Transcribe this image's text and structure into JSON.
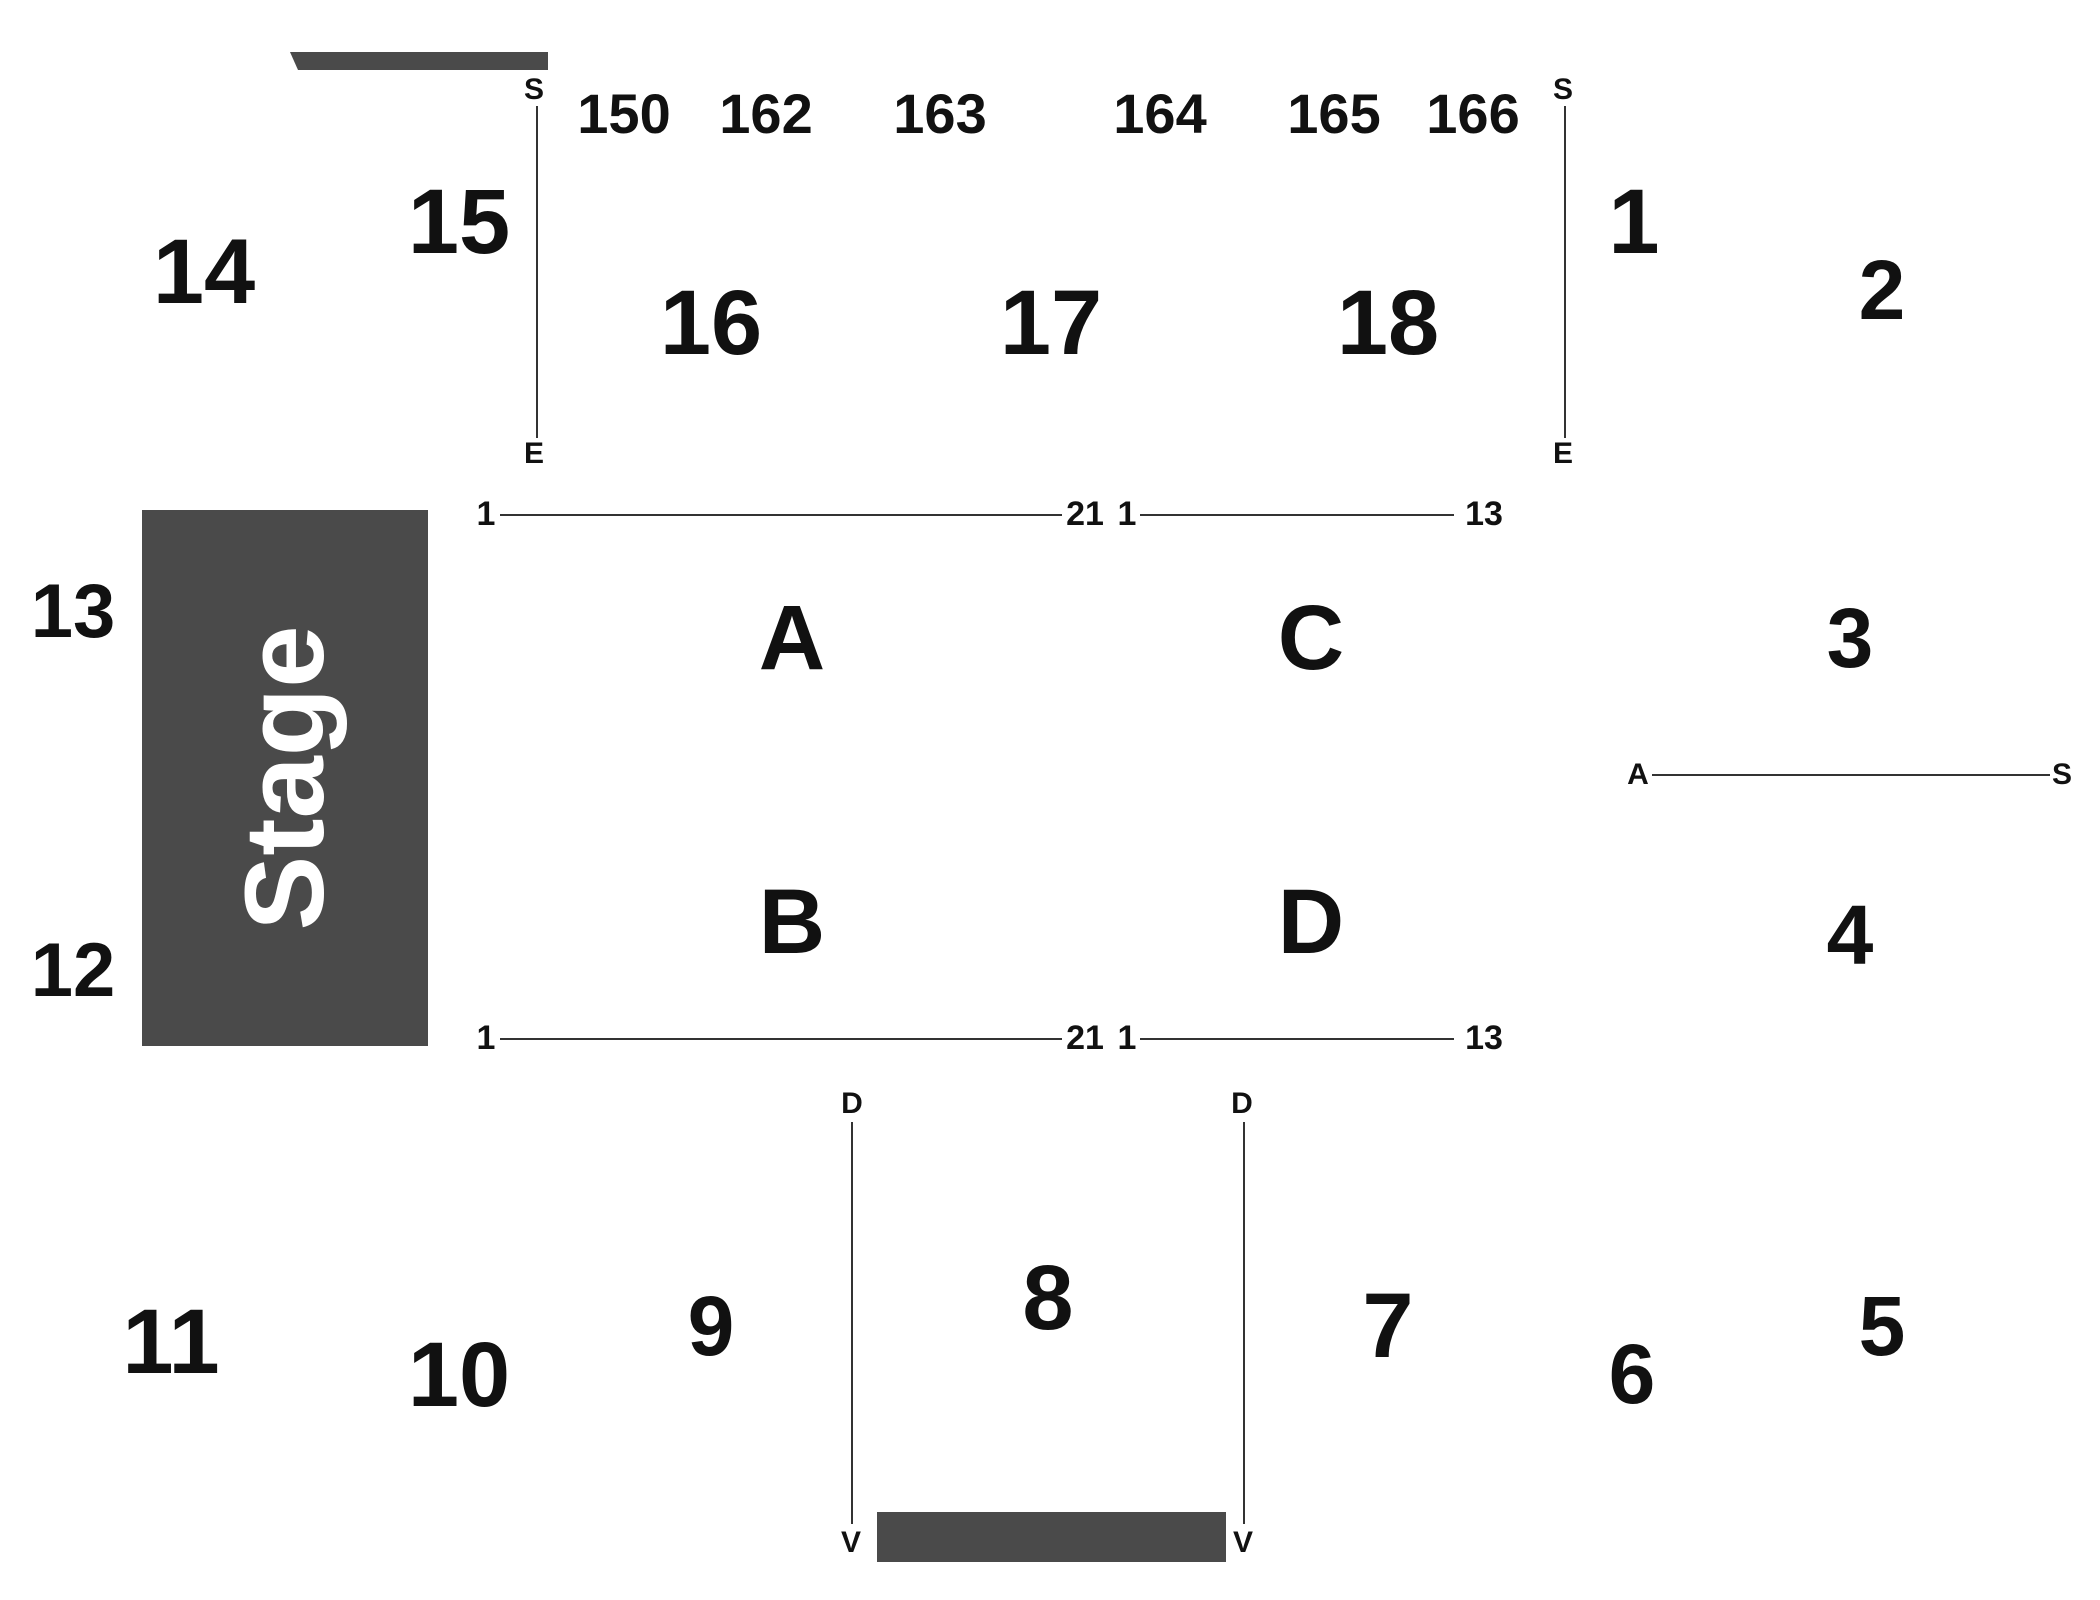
{
  "stage": {
    "label": "Stage"
  },
  "sections": {
    "s1": "1",
    "s2": "2",
    "s3": "3",
    "s4": "4",
    "s5": "5",
    "s6": "6",
    "s7": "7",
    "s8": "8",
    "s9": "9",
    "s10": "10",
    "s11": "11",
    "s12": "12",
    "s13": "13",
    "s14": "14",
    "s15": "15",
    "s16": "16",
    "s17": "17",
    "s18": "18"
  },
  "floor_sections": {
    "a": "A",
    "b": "B",
    "c": "C",
    "d": "D"
  },
  "top_rows": [
    "150",
    "162",
    "163",
    "164",
    "165",
    "166"
  ],
  "markers": {
    "left_top": "S",
    "left_bottom": "E",
    "right_top": "S",
    "right_bottom": "E",
    "mid_left": "A",
    "mid_right": "S",
    "bottom_left_top": "D",
    "bottom_left_bottom": "V",
    "bottom_right_top": "D",
    "bottom_right_bottom": "V"
  },
  "seat_ranges": {
    "upper_ab_start": "1",
    "upper_ab_end": "21",
    "upper_cd_start": "1",
    "upper_cd_end": "13",
    "lower_ab_start": "1",
    "lower_ab_end": "21",
    "lower_cd_start": "1",
    "lower_cd_end": "13"
  }
}
